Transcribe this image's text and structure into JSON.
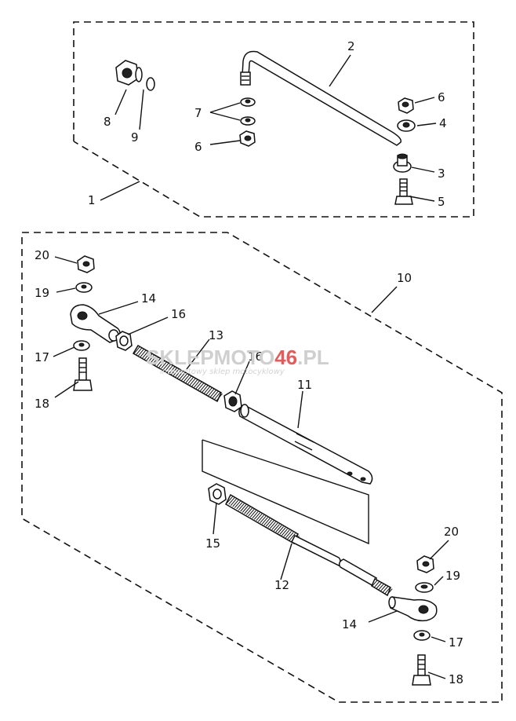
{
  "callouts": {
    "p1": "1",
    "p2": "2",
    "p3": "3",
    "p4": "4",
    "p5": "5",
    "p6a": "6",
    "p6b": "6",
    "p7": "7",
    "p8": "8",
    "p9": "9",
    "p10": "10",
    "p11": "11",
    "p12": "12",
    "p13": "13",
    "p14a": "14",
    "p14b": "14",
    "p15": "15",
    "p16a": "16",
    "p16b": "16",
    "p17a": "17",
    "p17b": "17",
    "p18a": "18",
    "p18b": "18",
    "p19a": "19",
    "p19b": "19",
    "p20a": "20",
    "p20b": "20"
  },
  "watermark": {
    "part1": "SKLEPMOTO",
    "part2": "46",
    "part3": ".PL",
    "tagline": "internetowy sklep motocyklowy"
  }
}
